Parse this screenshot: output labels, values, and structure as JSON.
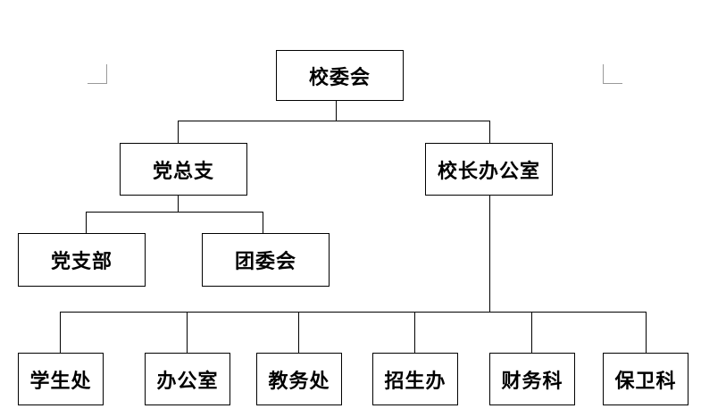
{
  "org_chart": {
    "root": "校委会",
    "level2": {
      "party_branch": "党总支",
      "principal_office": "校长办公室"
    },
    "party_children": [
      "党支部",
      "团委会"
    ],
    "office_children": [
      "学生处",
      "办公室",
      "教务处",
      "招生办",
      "财务科",
      "保卫科"
    ]
  }
}
